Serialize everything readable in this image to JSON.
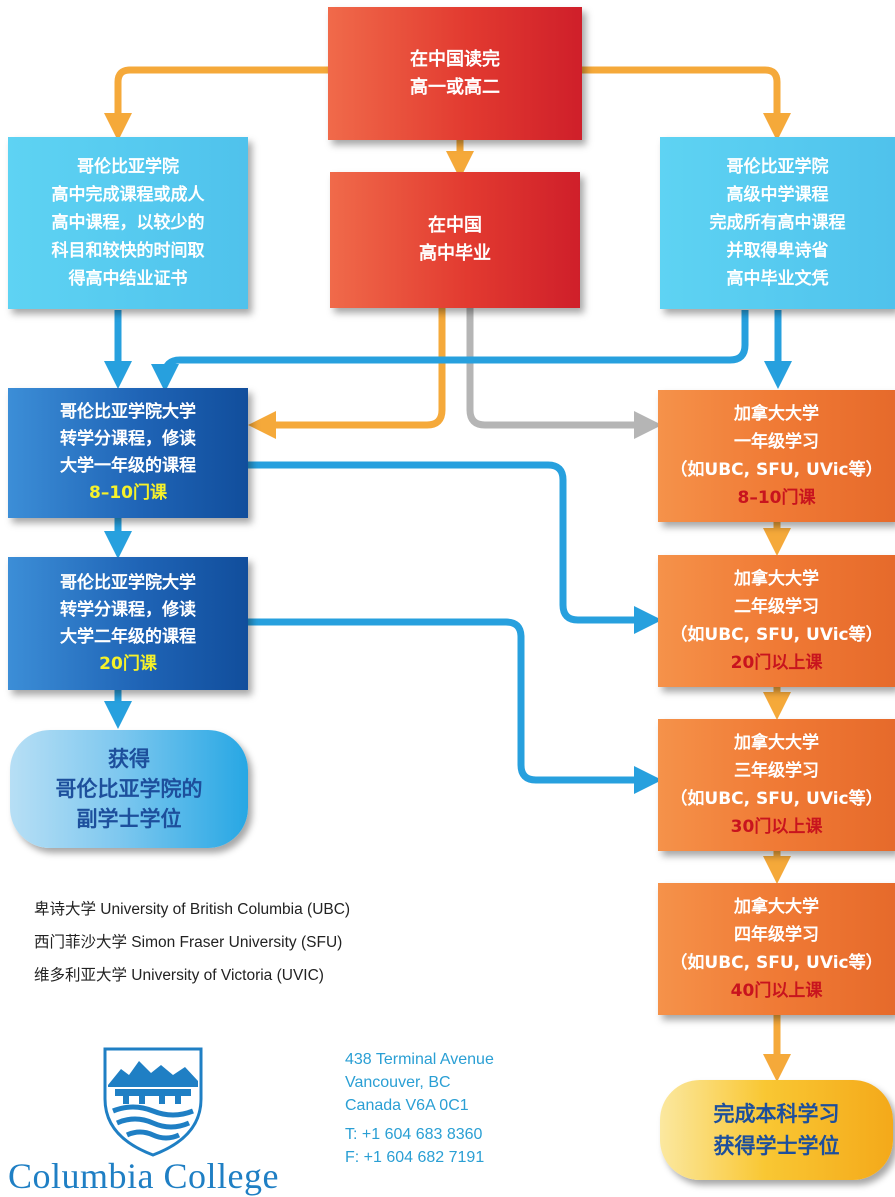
{
  "top_box": {
    "line1": "在中国读完",
    "line2": "高一或高二"
  },
  "center_box": {
    "line1": "在中国",
    "line2": "高中毕业"
  },
  "left_box": {
    "line1": "哥伦比亚学院",
    "line2": "高中完成课程或成人",
    "line3": "高中课程，以较少的",
    "line4": "科目和较快的时间取",
    "line5": "得高中结业证书"
  },
  "right_box": {
    "line1": "哥伦比亚学院",
    "line2": "高级中学课程",
    "line3": "完成所有高中课程",
    "line4": "并取得卑诗省",
    "line5": "高中毕业文凭"
  },
  "transfer1": {
    "line1": "哥伦比亚学院大学",
    "line2": "转学分课程，修读",
    "line3": "大学一年级的课程",
    "courses": "8–10门课"
  },
  "transfer2": {
    "line1": "哥伦比亚学院大学",
    "line2": "转学分课程，修读",
    "line3": "大学二年级的课程",
    "courses": "20门课"
  },
  "associate": {
    "line1": "获得",
    "line2": "哥伦比亚学院的",
    "line3": "副学士学位"
  },
  "uni_years": [
    {
      "title": "加拿大大学",
      "year": "一年级学习",
      "example": "（如UBC, SFU, UVic等）",
      "courses": "8–10门课"
    },
    {
      "title": "加拿大大学",
      "year": "二年级学习",
      "example": "（如UBC, SFU, UVic等）",
      "courses": "20门以上课"
    },
    {
      "title": "加拿大大学",
      "year": "三年级学习",
      "example": "（如UBC, SFU, UVic等）",
      "courses": "30门以上课"
    },
    {
      "title": "加拿大大学",
      "year": "四年级学习",
      "example": "（如UBC, SFU, UVic等）",
      "courses": "40门以上课"
    }
  ],
  "bachelor": {
    "line1": "完成本科学习",
    "line2": "获得学士学位"
  },
  "universities": [
    "卑诗大学 University of British Columbia (UBC)",
    "西门菲沙大学 Simon Fraser University (SFU)",
    "维多利亚大学 University of Victoria (UVIC)"
  ],
  "contact": {
    "street": "438 Terminal Avenue",
    "city": "Vancouver, BC",
    "country": "Canada V6A 0C1",
    "phone": "T:  +1 604 683 8360",
    "fax": "F:  +1 604 682 7191"
  },
  "brand": "Columbia College",
  "colors": {
    "arrow_orange": "#f5a93a",
    "arrow_blue": "#27a0de",
    "arrow_gray": "#b5b5b5"
  }
}
